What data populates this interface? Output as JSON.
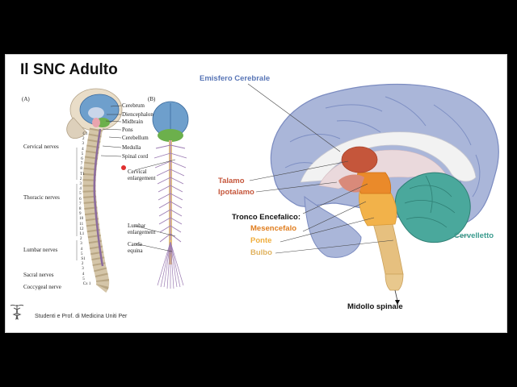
{
  "slide": {
    "title": "Il SNC Adulto",
    "footer": "Studenti e Prof. di Medicina Uniti Per"
  },
  "left_figure": {
    "panel_a": "(A)",
    "panel_b": "(B)",
    "labels": {
      "cerebrum": "Cerebrum",
      "diencephalon": "Diencephalon",
      "midbrain": "Midbrain",
      "pons": "Pons",
      "cerebellum": "Cerebellum",
      "medulla": "Medulla",
      "spinal_cord": "Spinal cord",
      "cervical_enlargement": [
        "Cervical",
        "enlargement"
      ],
      "lumbar_enlargement": [
        "Lumbar",
        "enlargement"
      ],
      "cauda_equina": [
        "Cauda",
        "equina"
      ]
    },
    "nerve_groups": {
      "cervical": "Cervical nerves",
      "thoracic": "Thoracic nerves",
      "lumbar": "Lumbar nerves",
      "sacral": "Sacral nerves",
      "coccygeal": "Coccygeal nerve"
    },
    "vertebra_labels": [
      "C1",
      "2",
      "3",
      "4",
      "5",
      "6",
      "7",
      "8",
      "T1",
      "2",
      "3",
      "4",
      "5",
      "6",
      "7",
      "8",
      "9",
      "10",
      "11",
      "12",
      "L1",
      "2",
      "3",
      "4",
      "5",
      "S1",
      "2",
      "3",
      "4",
      "5",
      "Cx 1"
    ]
  },
  "right_figure": {
    "emisfero": "Emisfero Cerebrale",
    "talamo": "Talamo",
    "ipotalamo": "Ipotalamo",
    "tronco": "Tronco Encefalico:",
    "mesencefalo": "Mesencefalo",
    "ponte": "Ponte",
    "bulbo": "Bulbo",
    "cervelletto": "Cervelletto",
    "midollo": "Midollo spinale"
  },
  "colors": {
    "emisfero": "#5875b6",
    "talamo": "#c5563b",
    "ipotalamo": "#c5563b",
    "mesencefalo": "#e07d1e",
    "ponte": "#f0ae3c",
    "bulbo": "#e0b25e",
    "cervelletto": "#3a9b8e",
    "midollo": "#111111",
    "brain_fill": "#aab6d9",
    "cerebellum_fill": "#4aa89c"
  }
}
